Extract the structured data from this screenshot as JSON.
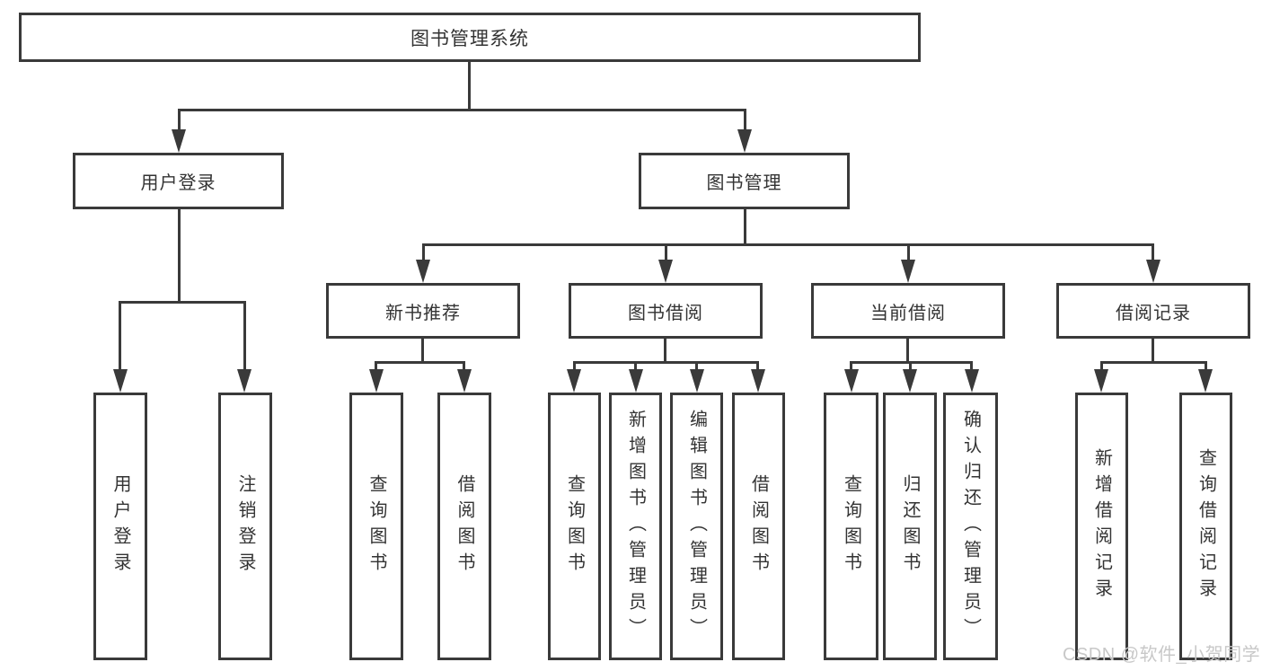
{
  "diagram_title": "图书管理系统",
  "tree": {
    "root": {
      "label": "图书管理系统"
    },
    "children": [
      {
        "label": "用户登录",
        "children": [
          {
            "label": "用户登录"
          },
          {
            "label": "注销登录"
          }
        ]
      },
      {
        "label": "图书管理",
        "children": [
          {
            "label": "新书推荐",
            "children": [
              {
                "label": "查询图书"
              },
              {
                "label": "借阅图书"
              }
            ]
          },
          {
            "label": "图书借阅",
            "children": [
              {
                "label": "查询图书"
              },
              {
                "label": "新增图书（管理员）"
              },
              {
                "label": "编辑图书（管理员）"
              },
              {
                "label": "借阅图书"
              }
            ]
          },
          {
            "label": "当前借阅",
            "children": [
              {
                "label": "查询图书"
              },
              {
                "label": "归还图书"
              },
              {
                "label": "确认归还（管理员）"
              }
            ]
          },
          {
            "label": "借阅记录",
            "children": [
              {
                "label": "新增借阅记录"
              },
              {
                "label": "查询借阅记录"
              }
            ]
          }
        ]
      }
    ]
  },
  "watermark": {
    "text": "CSDN @软件_小贺同学"
  },
  "colors": {
    "line": "#3a3a3a",
    "text": "#333333",
    "background": "#ffffff",
    "watermark": "#c8c8c8"
  }
}
